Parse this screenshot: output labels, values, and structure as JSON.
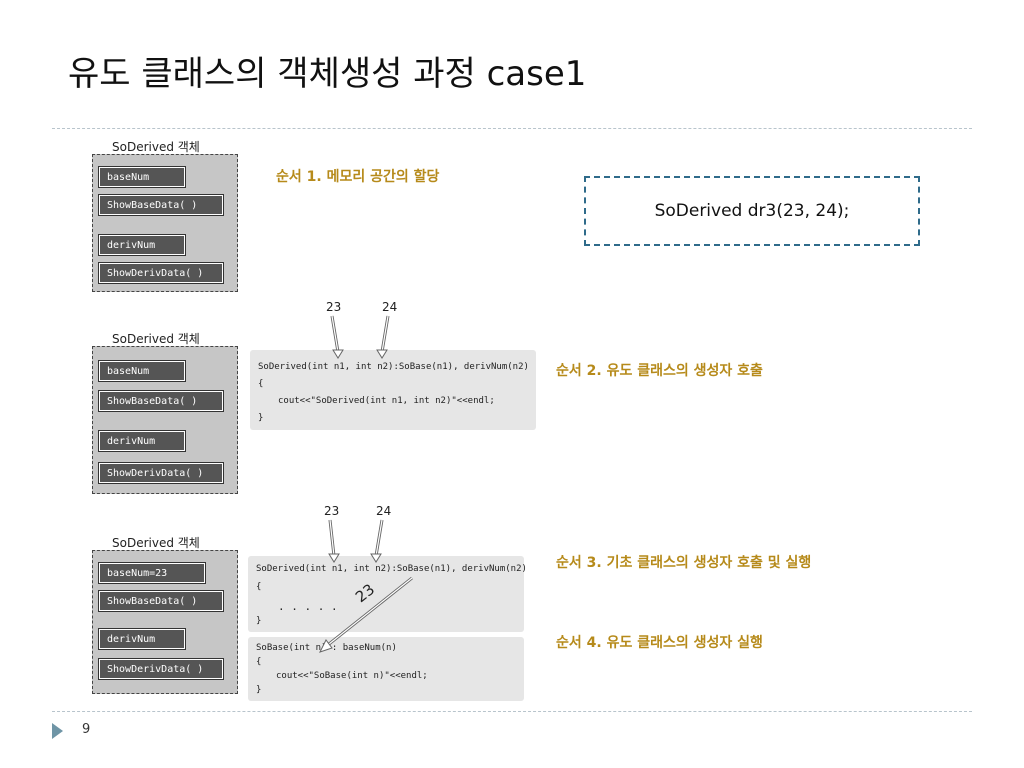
{
  "slide": {
    "title": "유도 클래스의 객체생성 과정 case1",
    "page_number": "9"
  },
  "object_label": "SoDerived  객체",
  "panel1": {
    "members": [
      "baseNum",
      "ShowBaseData( )",
      "derivNum",
      "ShowDerivData( )"
    ],
    "step": "순서 1. 메모리 공간의 할당",
    "callout": "SoDerived dr3(23, 24);"
  },
  "panel2": {
    "members": [
      "baseNum",
      "ShowBaseData( )",
      "derivNum",
      "ShowDerivData( )"
    ],
    "arg1": "23",
    "arg2": "24",
    "code": [
      "SoDerived(int n1, int n2):SoBase(n1), derivNum(n2)",
      "{",
      "cout<<\"SoDerived(int n1, int n2)\"<<endl;",
      "}"
    ],
    "step": "순서 2. 유도 클래스의 생성자 호출"
  },
  "panel3": {
    "members": [
      "baseNum=23",
      "ShowBaseData( )",
      "derivNum",
      "ShowDerivData( )"
    ],
    "arg1": "23",
    "arg2": "24",
    "arrow_label": "23",
    "code_derived": [
      "SoDerived(int n1, int n2):SoBase(n1), derivNum(n2)",
      "{",
      ". . . . .",
      "}"
    ],
    "code_base": [
      "SoBase(int n) : baseNum(n)",
      "{",
      "cout<<\"SoBase(int n)\"<<endl;",
      "}"
    ],
    "step3": "순서 3. 기초 클래스의 생성자 호출 및 실행",
    "step4": "순서 4. 유도 클래스의 생성자 실행"
  },
  "colors": {
    "step_text": "#b68a1a",
    "callout_border": "#2f6b8a",
    "member_fill": "#555555",
    "object_fill": "#c6c6c6"
  }
}
